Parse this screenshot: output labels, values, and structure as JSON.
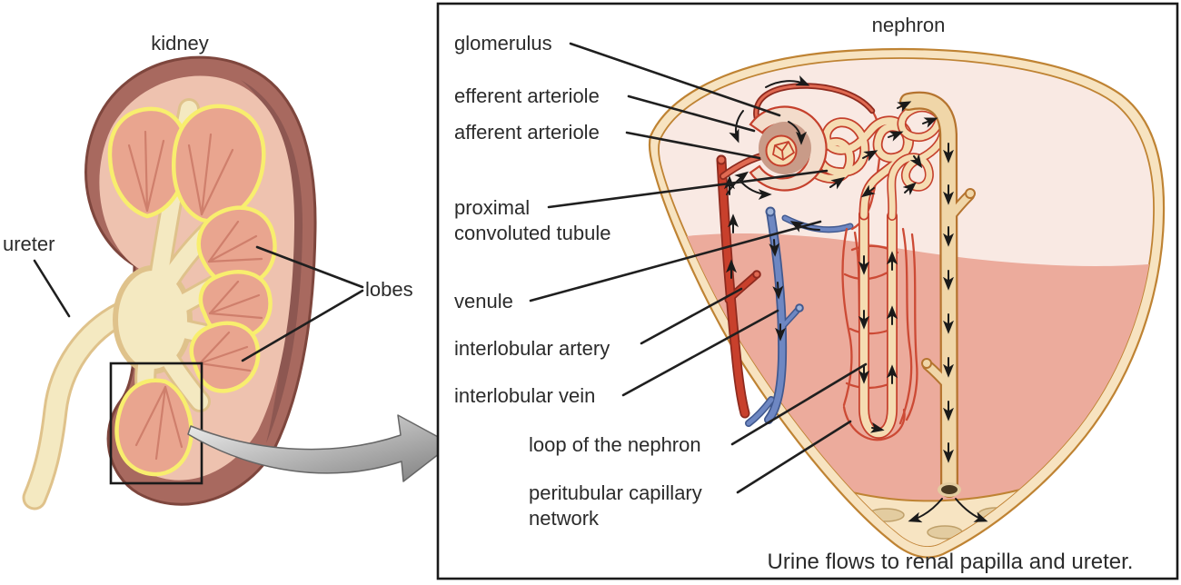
{
  "left_panel": {
    "title": "kidney",
    "labels": {
      "ureter": "ureter",
      "lobes": "lobes"
    }
  },
  "right_panel": {
    "title": "nephron",
    "caption": "Urine flows to renal papilla and ureter.",
    "labels": {
      "glomerulus": "glomerulus",
      "efferent_arteriole": "efferent arteriole",
      "afferent_arteriole": "afferent arteriole",
      "proximal_line1": "proximal",
      "proximal_line2": "convoluted tubule",
      "venule": "venule",
      "interlobular_artery": "interlobular artery",
      "interlobular_vein": "interlobular vein",
      "loop_of_nephron": "loop of the nephron",
      "peritubular_line1": "peritubular capillary",
      "peritubular_line2": "network"
    }
  },
  "colors": {
    "label_text": "#2b2b2b",
    "leader_line": "#1f1f1f",
    "panel_border": "#1a1a1a",
    "kidney_capsule": "#a8695f",
    "kidney_capsule_dark": "#8d5751",
    "kidney_capsule_edge": "#7e463d",
    "kidney_cortex": "#eec2af",
    "kidney_lobe": "#e9a58f",
    "kidney_lobe_stria": "#cf7f6c",
    "lobe_outline_yellow": "#f8ee6e",
    "pelvis_cream": "#f4e9c1",
    "pelvis_tan": "#dfc28b",
    "arrow_gray_light": "#f2f2f2",
    "arrow_gray_dark": "#7f7f7f",
    "nephron_band": "#f7e3c0",
    "nephron_band_edge": "#bf8333",
    "nephron_cortex": "#f9e9e3",
    "nephron_medulla": "#ecab9c",
    "nephron_papilla": "#f7e4c2",
    "tubule_fill": "#f5dcb2",
    "tubule_edge": "#c5402c",
    "duct_fill": "#f0d6a8",
    "duct_edge": "#b5742f",
    "artery": "#c8402c",
    "artery_dark": "#8e2a1e",
    "artery_light": "#e06a52",
    "vein": "#6e87c2",
    "vein_dark": "#41598f",
    "vein_light": "#9fb3d8",
    "capillary": "#cc4a35",
    "glom_interior": "#c99b88",
    "glom_wall": "#f3dccb",
    "flow_arrow": "#1a1a1a",
    "papilla_oval": "#e3cca0",
    "papilla_oval_edge": "#bfa06a"
  }
}
